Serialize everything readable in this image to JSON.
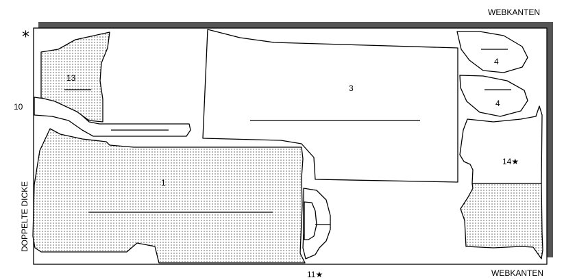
{
  "layout": {
    "selvedge_top_label": "WEBKANTEN",
    "selvedge_bottom_label": "WEBKANTEN",
    "fold_label": "DOPPELTE DICKE",
    "asterisk_mark": "*",
    "colors": {
      "outline": "#000000",
      "selvedge_band": "#555555",
      "fabric": "#ffffff",
      "dot_fill": "#000000"
    }
  },
  "pieces": [
    {
      "id": "1",
      "label": "1",
      "fill": "dotted"
    },
    {
      "id": "3",
      "label": "3",
      "fill": "plain"
    },
    {
      "id": "4a",
      "label": "4",
      "fill": "plain"
    },
    {
      "id": "4b",
      "label": "4",
      "fill": "plain"
    },
    {
      "id": "10",
      "label": "10",
      "fill": "plain"
    },
    {
      "id": "11",
      "label": "11★",
      "fill": "plain"
    },
    {
      "id": "13",
      "label": "13",
      "fill": "dotted"
    },
    {
      "id": "14",
      "label": "14★",
      "fill": "mixed"
    }
  ]
}
